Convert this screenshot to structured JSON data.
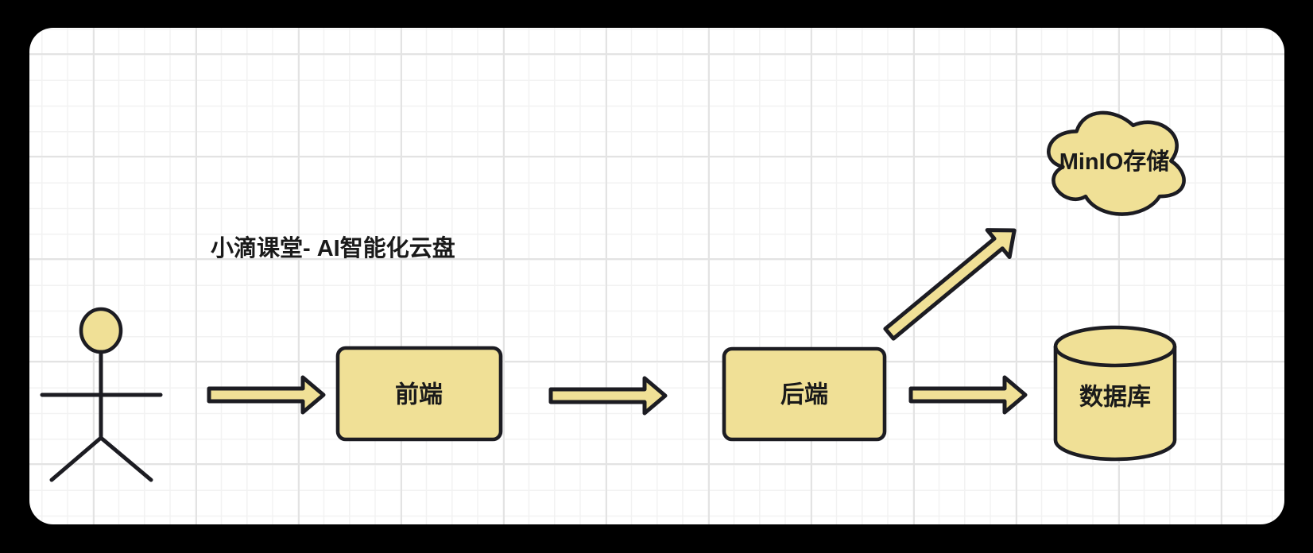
{
  "page": {
    "background_color": "#000000",
    "canvas_color": "#ffffff",
    "grid_minor_color": "#f2f2f2",
    "grid_major_color": "#e3e3e3"
  },
  "style": {
    "shape_fill": "#F0E096",
    "shape_stroke": "#1C1C22",
    "label_color": "#1A1A1A"
  },
  "diagram": {
    "title": "小滴课堂- AI智能化云盘",
    "nodes": {
      "actor": {
        "label": "",
        "shape": "stick-figure"
      },
      "frontend": {
        "label": "前端",
        "shape": "rounded-rectangle"
      },
      "backend": {
        "label": "后端",
        "shape": "rounded-rectangle"
      },
      "storage": {
        "label": "MinIO存储",
        "shape": "cloud"
      },
      "database": {
        "label": "数据库",
        "shape": "cylinder"
      }
    },
    "edges": [
      {
        "from": "actor",
        "to": "frontend"
      },
      {
        "from": "frontend",
        "to": "backend"
      },
      {
        "from": "backend",
        "to": "storage"
      },
      {
        "from": "backend",
        "to": "database"
      }
    ]
  }
}
